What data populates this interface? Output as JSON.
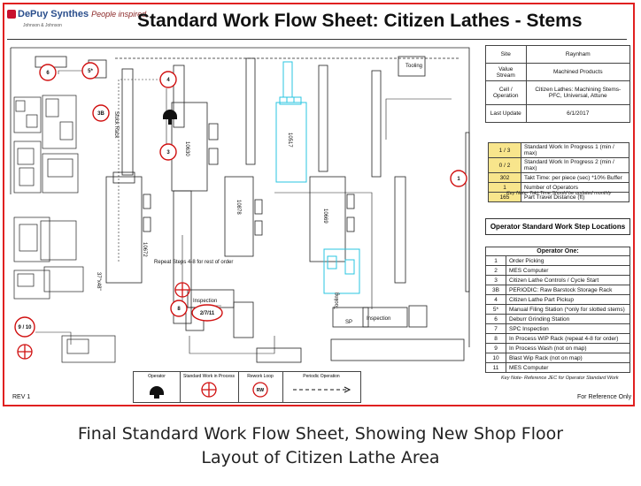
{
  "header": {
    "logo_text": "DePuy Synthes",
    "logo_tagline": "People inspired",
    "logo_sub": "Johnson & Johnson",
    "title": "Standard Work Flow Sheet: Citizen Lathes - Stems"
  },
  "info_table": [
    {
      "label": "Site",
      "value": "Raynham"
    },
    {
      "label": "Value Stream",
      "value": "Machined Products"
    },
    {
      "label": "Cell / Operation",
      "value": "Citizen Lathes: Machining Stems- PFC, Universal, Attune"
    },
    {
      "label": "Last Update",
      "value": "6/1/2017"
    }
  ],
  "kpis": [
    {
      "value": "1 / 3",
      "label": "Standard Work In Progress 1  (min / max)"
    },
    {
      "value": "0 / 2",
      "label": "Standard Work In Progress 2 (min / max)"
    },
    {
      "value": "302",
      "label": "Takt Time: per piece (sec) *10% Buffer"
    },
    {
      "value": "1",
      "label": "Number of Operators"
    },
    {
      "value": "165",
      "label": "Part Travel Distance (ft)"
    }
  ],
  "kpi_note": "Key Note- Takt Time Should be updated monthly",
  "steps_title": "Operator Standard Work Step Locations",
  "steps_header": "Operator One:",
  "steps": [
    {
      "n": "1",
      "label": "Order Picking"
    },
    {
      "n": "2",
      "label": "MES Computer"
    },
    {
      "n": "3",
      "label": "Citizen Lathe Controls / Cycle Start"
    },
    {
      "n": "3B",
      "label": "PERIODIC: Raw Barstock Storage Rack"
    },
    {
      "n": "4",
      "label": "Citizen Lathe Part Pickup"
    },
    {
      "n": "5*",
      "label": "Manual Filing Station (*only for slotted stems)"
    },
    {
      "n": "6",
      "label": "Deburr Grinding Station"
    },
    {
      "n": "7",
      "label": "SPC Inspection"
    },
    {
      "n": "8",
      "label": "In Process WIP Rack (repeat 4-8 for order)"
    },
    {
      "n": "9",
      "label": "In Process Wash (not on map)"
    },
    {
      "n": "10",
      "label": "Blast Wip Rack (not on map)"
    },
    {
      "n": "11",
      "label": "MES Computer"
    }
  ],
  "steps_note": "Key Note- Reference JEC for Operator Standard Work",
  "map": {
    "machines": [
      "10672",
      "10630",
      "10878",
      "10517",
      "10669"
    ],
    "labels": {
      "tooling": "Tooling",
      "stock_rack": "Stock Rack",
      "inspection": "Inspection",
      "inspection2": "Inspection",
      "xsp": "SP",
      "repeat_note": "Repeat Steps 4-8 for rest of order",
      "lathe_label": "37\"x48\"",
      "tooling2": "Tooling"
    },
    "markers": [
      "6",
      "5*",
      "4",
      "3B",
      "3",
      "1",
      "8",
      "2/7/11",
      "9 / 10"
    ]
  },
  "legend": [
    {
      "label": "Operator"
    },
    {
      "label": "Standard Work in Process"
    },
    {
      "label": "Rework Loop"
    },
    {
      "label": "Periodic Operation"
    }
  ],
  "legend_rw": "RW",
  "footer": {
    "rev": "REV 1",
    "ref": "For Reference Only"
  },
  "caption": {
    "line1": "Final Standard Work Flow Sheet, Showing New Shop Floor",
    "line2": "Layout of Citizen Lathe Area"
  },
  "colors": {
    "frame": "#e02020",
    "marker": "#d01010",
    "kpi_fill": "#f8e58c",
    "cyan_machine": "#29c6e0"
  }
}
